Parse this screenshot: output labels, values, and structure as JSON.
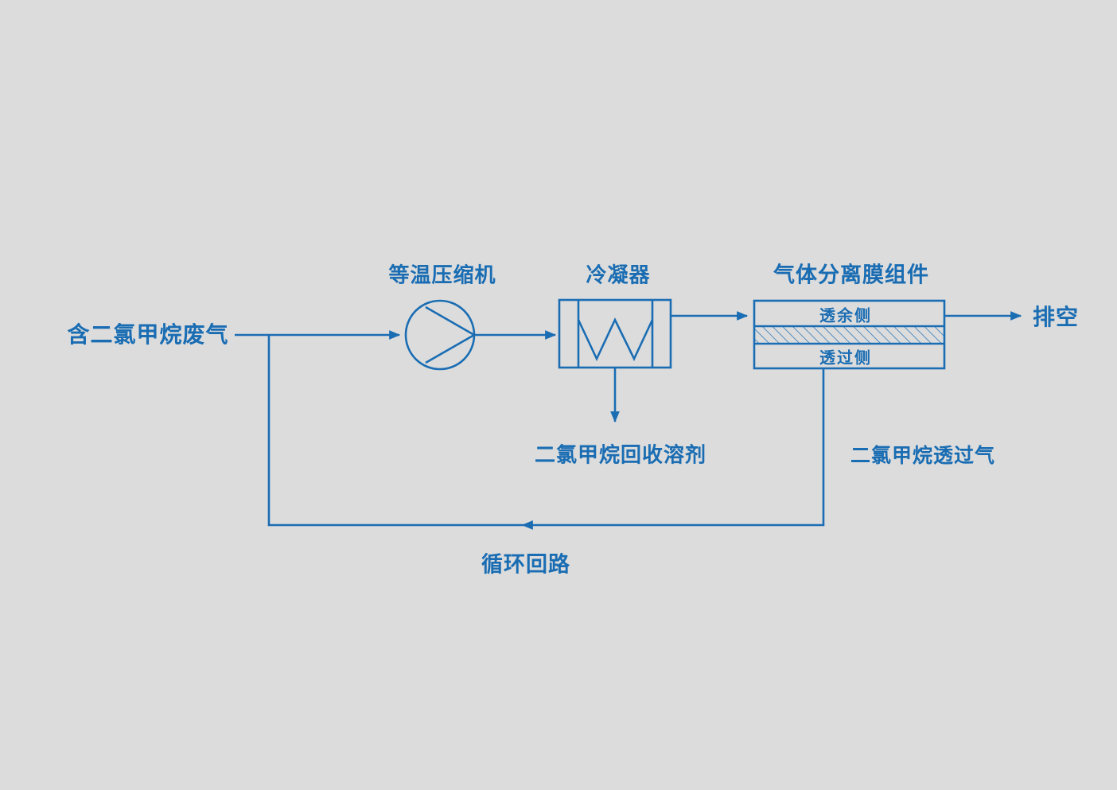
{
  "diagram": {
    "title": "dichloromethane-waste-gas-membrane-recovery-process",
    "colors": {
      "background": "#dcdcdc",
      "accent": "#1a6db3"
    },
    "labels": {
      "feed": "含二氯甲烷废气",
      "compressor": "等温压缩机",
      "condenser": "冷凝器",
      "membrane": "气体分离膜组件",
      "vent": "排空",
      "retentate": "透余侧",
      "permeate_side": "透过侧",
      "recovered_solvent": "二氯甲烷回收溶剂",
      "permeate_gas": "二氯甲烷透过气",
      "recycle_loop": "循环回路"
    }
  }
}
